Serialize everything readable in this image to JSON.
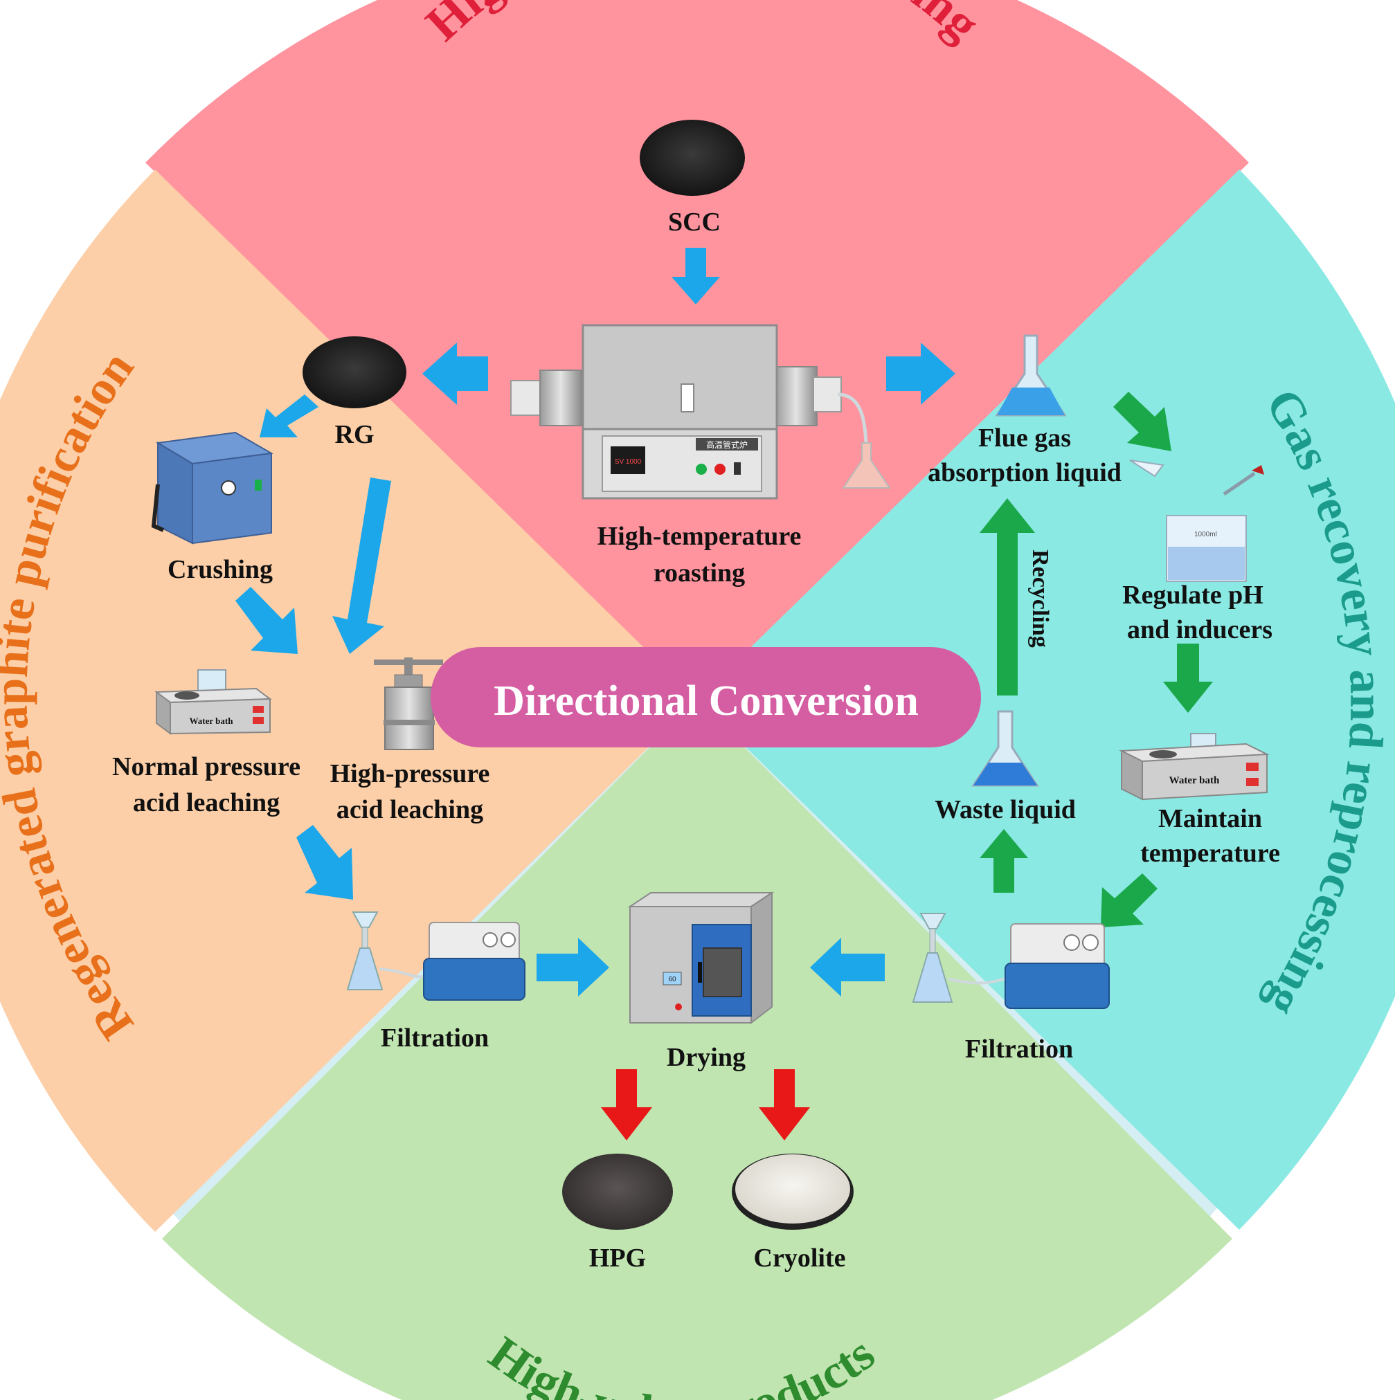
{
  "center": {
    "label": "Directional Conversion"
  },
  "sections": {
    "roasting": {
      "title": "High-temperature roasting",
      "color": "#ff949f",
      "title_color": "#e0203a"
    },
    "purification": {
      "title": "Regenerated graphite purification",
      "color": "#fccfa8",
      "title_color": "#e8701a"
    },
    "gas": {
      "title": "Gas recovery and reprocessing",
      "color": "#8ae9e3",
      "title_color": "#1a9b8c"
    },
    "products": {
      "title": "High-value products",
      "color": "#c0e5b1",
      "title_color": "#2e8b2e"
    }
  },
  "ring_color": "#d5eef3",
  "labels": {
    "scc": "SCC",
    "rg": "RG",
    "crushing": "Crushing",
    "roasting_line1": "High-temperature",
    "roasting_line2": "roasting",
    "flue_line1": "Flue gas",
    "flue_line2": "absorption liquid",
    "regulate_line1": "Regulate pH",
    "regulate_line2": "and inducers",
    "maintain_line1": "Maintain",
    "maintain_line2": "temperature",
    "recycling": "Recycling",
    "waste": "Waste liquid",
    "normal_line1": "Normal pressure",
    "normal_line2": "acid leaching",
    "highp_line1": "High-pressure",
    "highp_line2": "acid leaching",
    "filtration_left": "Filtration",
    "filtration_right": "Filtration",
    "drying": "Drying",
    "hpg": "HPG",
    "cryolite": "Cryolite"
  },
  "equipment_text": {
    "furnace_panel": "高温管式炉",
    "furnace_display": "SV 1000",
    "water_bath_left": "Water bath",
    "water_bath_right": "Water bath",
    "beaker_mark": "1000ml",
    "oven_display": "60"
  },
  "arrow_colors": {
    "blue": "#1ba7ea",
    "green": "#1aa84a",
    "red": "#e81818"
  }
}
